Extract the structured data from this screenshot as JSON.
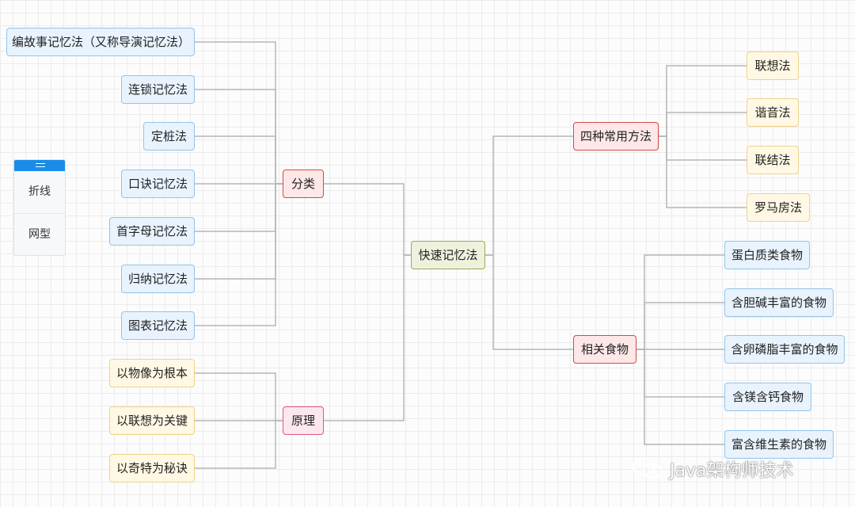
{
  "root": {
    "label": "快速记忆法"
  },
  "left_branches": [
    {
      "label": "分类",
      "children": [
        "编故事记忆法（又称导演记忆法）",
        "连锁记忆法",
        "定桩法",
        "口诀记忆法",
        "首字母记忆法",
        "归纳记忆法",
        "图表记忆法"
      ]
    },
    {
      "label": "原理",
      "children": [
        "以物像为根本",
        "以联想为关键",
        "以奇特为秘诀"
      ]
    }
  ],
  "right_branches": [
    {
      "label": "四种常用方法",
      "children": [
        "联想法",
        "谐音法",
        "联结法",
        "罗马房法"
      ]
    },
    {
      "label": "相关食物",
      "children": [
        "蛋白质类食物",
        "含胆碱丰富的食物",
        "含卵磷脂丰富的食物",
        "含镁含钙食物",
        "富含维生素的食物"
      ]
    }
  ],
  "layout_panel": {
    "options": [
      "折线",
      "网型"
    ]
  },
  "watermark": {
    "text": "Java架构师技术",
    "icon": "wechat-icon"
  },
  "colors": {
    "blue_fill": "#e8f3fd",
    "blue_border": "#93c4ea",
    "yellow_fill": "#fff8e4",
    "yellow_border": "#f0d38c",
    "red_fill": "#fde7e7",
    "red_border": "#cd4c4c",
    "pink_fill": "#fde7ee",
    "pink_border": "#d55c80",
    "green_fill": "#eef1dc",
    "green_border": "#9aab58",
    "connector": "#b7b7b7",
    "panel_accent": "#1a8ce8"
  }
}
